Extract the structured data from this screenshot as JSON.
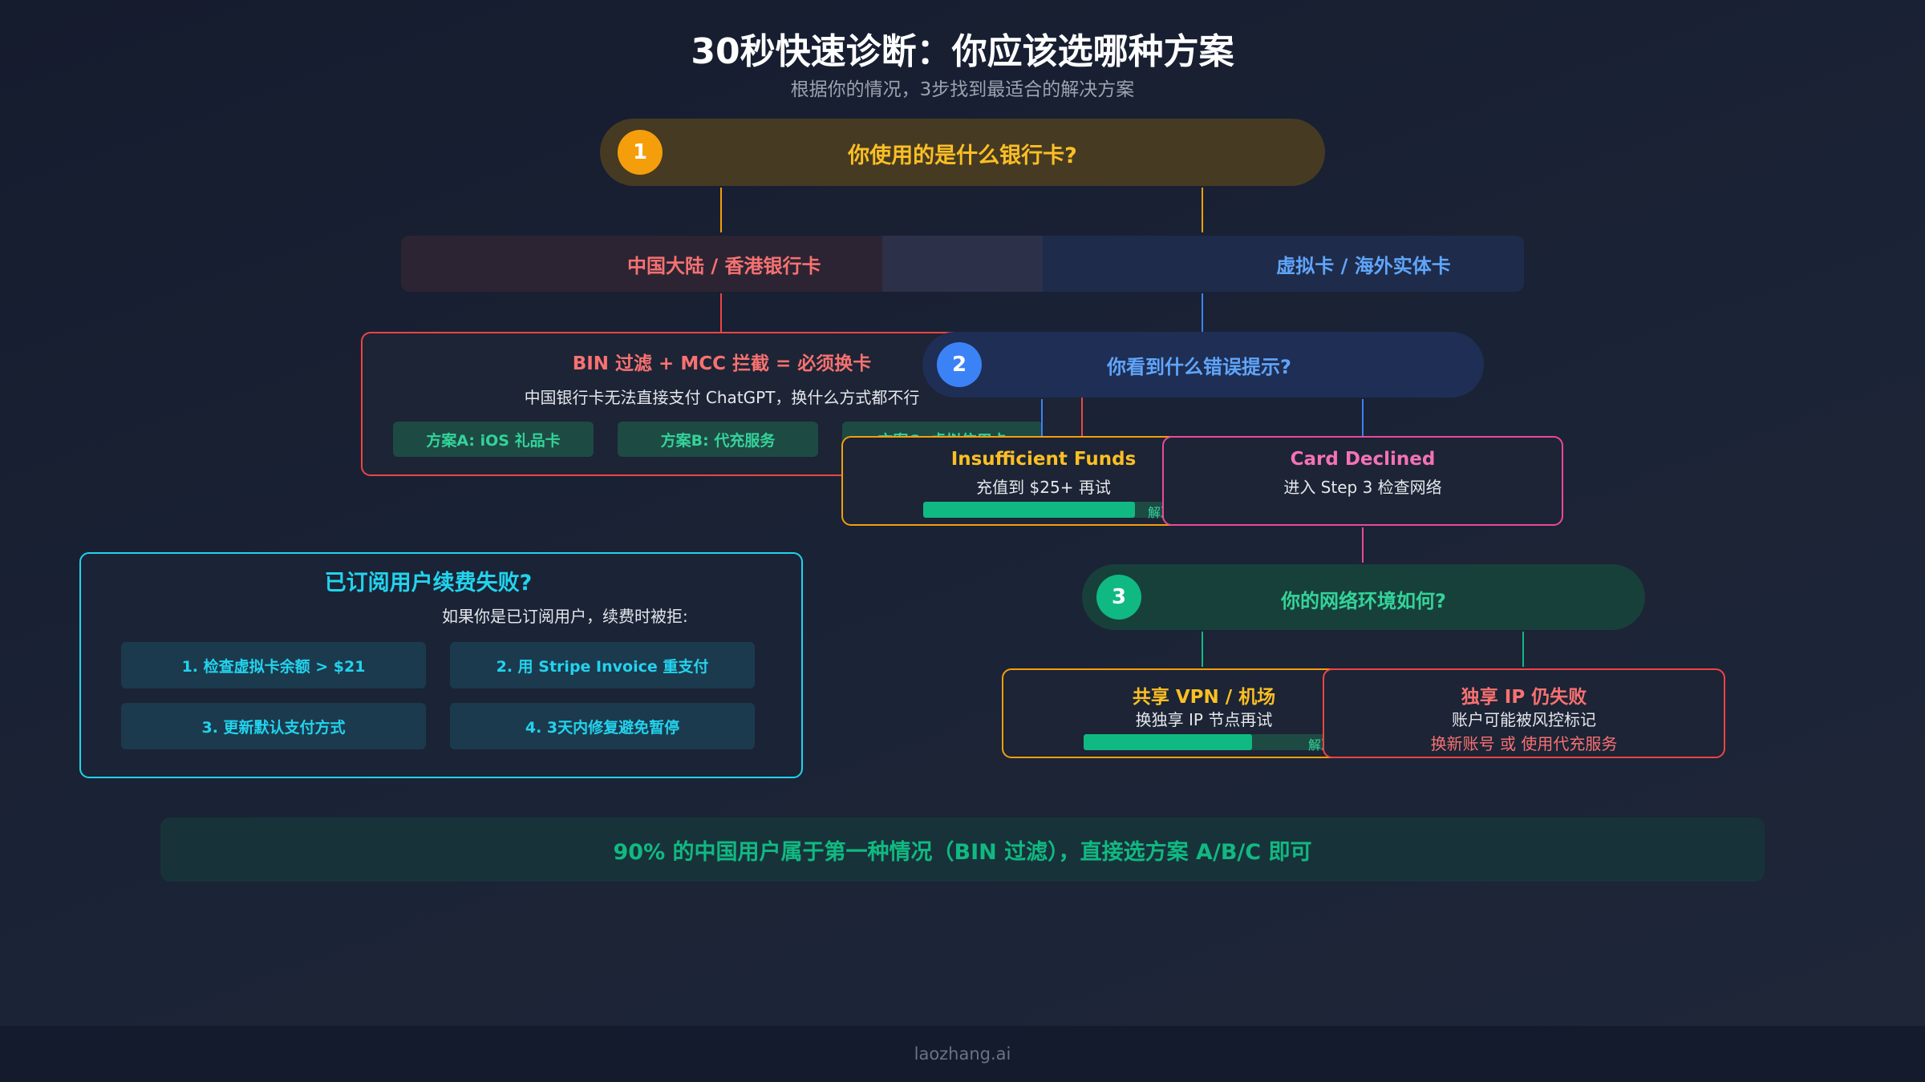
{
  "header": {
    "title": "30秒快速诊断：你应该选哪种方案",
    "subtitle": "根据你的情况，3步找到最适合的解决方案"
  },
  "step1": {
    "number": "1",
    "question": "你使用的是什么银行卡?",
    "branches": {
      "left": "中国大陆 / 香港银行卡",
      "right": "虚拟卡 / 海外实体卡"
    },
    "result": {
      "title": "BIN 过滤 + MCC 拦截 = 必须换卡",
      "desc": "中国银行卡无法直接支付 ChatGPT，换什么方式都不行",
      "options": [
        "方案A: iOS 礼品卡",
        "方案B: 代充服务",
        "方案C: 虚拟信用卡"
      ]
    }
  },
  "step2": {
    "number": "2",
    "question": "你看到什么错误提示?",
    "insufficient": {
      "title": "Insufficient Funds",
      "desc": "充值到 $25+ 再试",
      "bar_label": "解决",
      "progress": 0.88
    },
    "declined": {
      "title": "Card Declined",
      "desc": "进入 Step 3 检查网络"
    }
  },
  "step3": {
    "number": "3",
    "question": "你的网络环境如何?",
    "shared": {
      "title": "共享 VPN / 机场",
      "desc": "换独享 IP 节点再试",
      "bar_label": "解决",
      "progress": 0.7
    },
    "dedicated": {
      "title": "独享 IP 仍失败",
      "desc": "账户可能被风控标记",
      "action": "换新账号 或 使用代充服务"
    }
  },
  "renewal": {
    "title": "已订阅用户续费失败?",
    "desc": "如果你是已订阅用户，续费时被拒:",
    "items": [
      "1. 检查虚拟卡余额 > $21",
      "2. 用 Stripe Invoice 重支付",
      "3. 更新默认支付方式",
      "4. 3天内修复避免暂停"
    ]
  },
  "summary": "90% 的中国用户属于第一种情况（BIN 过滤），直接选方案 A/B/C 即可",
  "footer": "laozhang.ai",
  "colors": {
    "step1": "#f59e0b",
    "step2": "#3b82f6",
    "step3": "#10b981",
    "red": "#f87171",
    "pink": "#f472b6",
    "cyan": "#22d3ee",
    "green": "#10b981"
  }
}
